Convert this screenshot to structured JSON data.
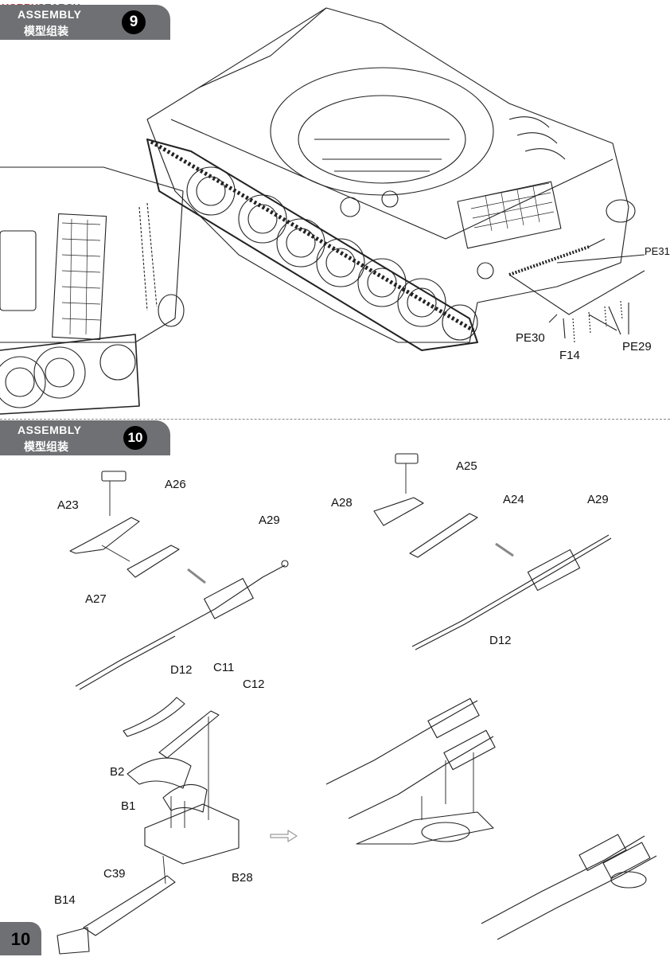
{
  "watermark": {
    "brand": "HOBBY",
    "suffix": "SEARCH"
  },
  "step9": {
    "title": "ASSEMBLY",
    "subtitle": "模型组装",
    "number": "9"
  },
  "step10": {
    "title": "ASSEMBLY",
    "subtitle": "模型组装",
    "number": "10"
  },
  "page_number": "10",
  "labels": {
    "pe31": "PE31",
    "pe30": "PE30",
    "f14": "F14",
    "pe29": "PE29",
    "a26": "A26",
    "a23": "A23",
    "a27": "A27",
    "a29_left": "A29",
    "d12_left": "D12",
    "c11": "C11",
    "c12": "C12",
    "b2": "B2",
    "b1": "B1",
    "b28": "B28",
    "c39": "C39",
    "b14": "B14",
    "a25": "A25",
    "a28": "A28",
    "a24": "A24",
    "a29_right": "A29",
    "d12_right": "D12"
  },
  "colors": {
    "header_bg": "#6f7074",
    "badge_bg": "#000000",
    "line": "#222222"
  }
}
